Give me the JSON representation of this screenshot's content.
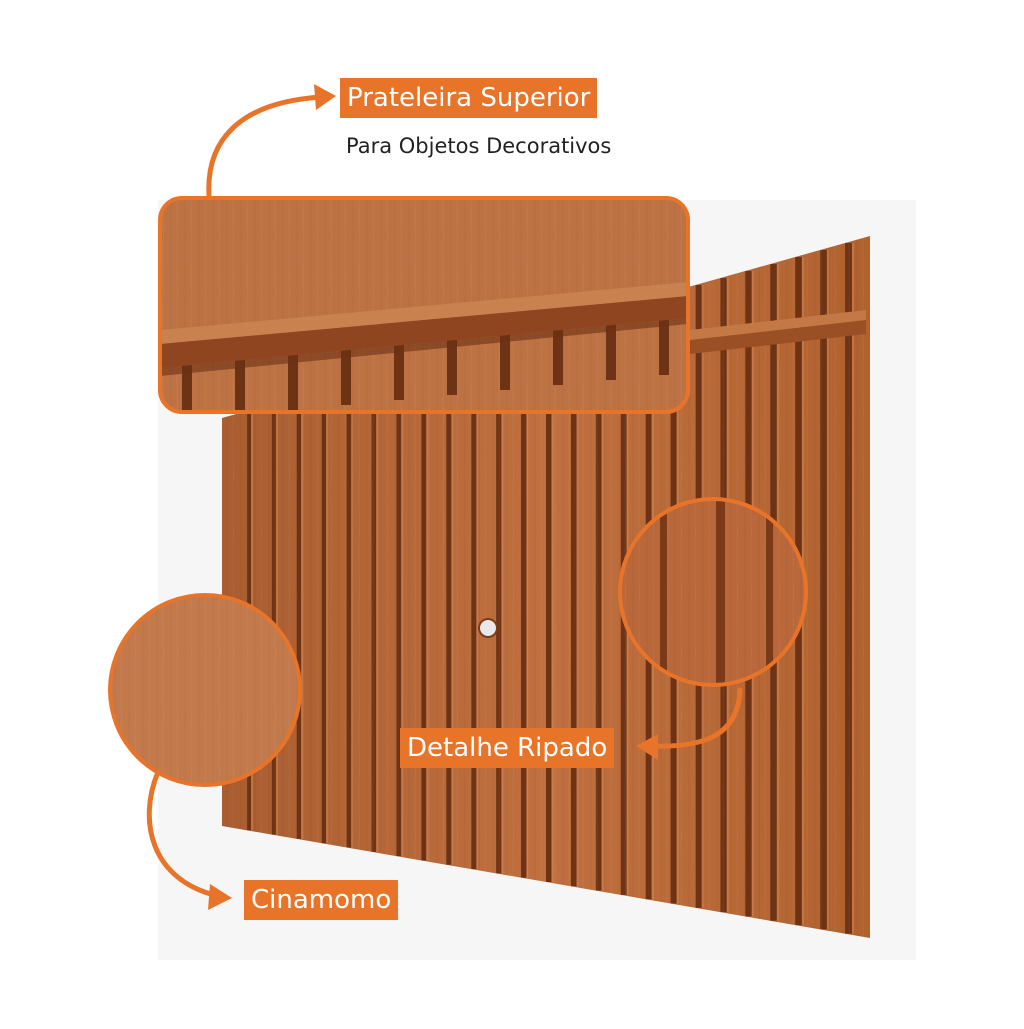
{
  "colors": {
    "accent": "#e8742a",
    "wood_base": "#b8683a",
    "wood_light": "#c97b4a",
    "wood_dark": "#8a4520",
    "groove": "#6e3314"
  },
  "callouts": {
    "top_shelf": {
      "label": "Prateleira Superior",
      "caption": "Para Objetos Decorativos",
      "icon": "arrow-icon"
    },
    "slatted_detail": {
      "label": "Detalhe Ripado",
      "icon": "arrow-icon"
    },
    "finish": {
      "label": "Cinamomo",
      "icon": "arrow-icon"
    }
  }
}
